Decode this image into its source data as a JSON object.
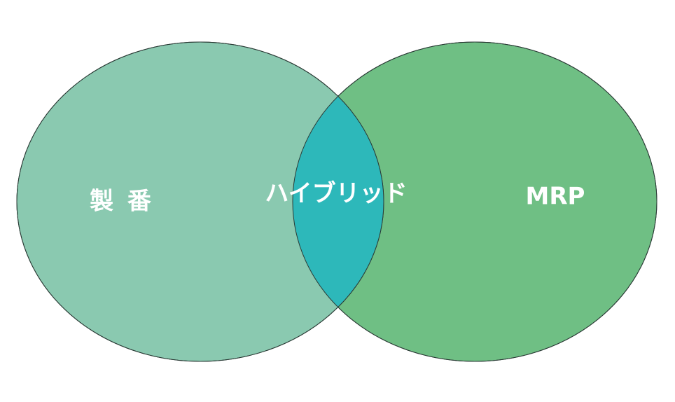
{
  "diagram": {
    "left": {
      "label": "製 番",
      "color": "#8ac9b0"
    },
    "right": {
      "label": "MRP",
      "color": "#6fbf84"
    },
    "overlap": {
      "label": "ハイブリッド",
      "color": "#2db8ba"
    },
    "outline_color": "#2a3a35"
  }
}
